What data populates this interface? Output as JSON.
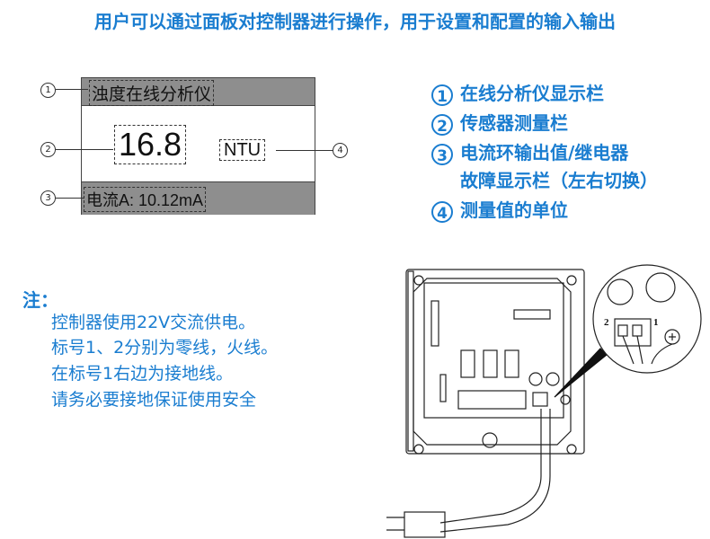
{
  "title": "用户可以通过面板对控制器进行操作，用于设置和配置的输入输出",
  "display": {
    "header": "浊度在线分析仪",
    "value": "16.8",
    "unit": "NTU",
    "footer": "电流A: 10.12mA"
  },
  "callouts": [
    "1",
    "2",
    "3",
    "4"
  ],
  "legend": [
    {
      "num": "1",
      "text": "在线分析仪显示栏"
    },
    {
      "num": "2",
      "text": "传感器测量栏"
    },
    {
      "num": "3",
      "text": "电流环输出值/继电器"
    },
    {
      "num": "",
      "text": "故障显示栏（左右切换）"
    },
    {
      "num": "4",
      "text": "测量值的单位"
    }
  ],
  "note": {
    "label": "注：",
    "lines": [
      "控制器使用22V交流供电。",
      "标号1、2分别为零线，火线。",
      "在标号1右边为接地线。",
      "请务必要接地保证使用安全"
    ]
  },
  "wiring": {
    "terminal_labels": [
      "2",
      "1"
    ]
  },
  "colors": {
    "accent": "#1a7dd0",
    "bar": "#8e8e8e"
  }
}
